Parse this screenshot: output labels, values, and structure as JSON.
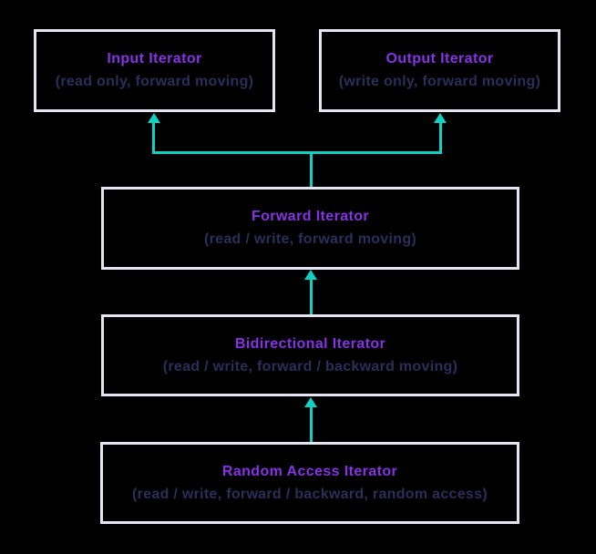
{
  "diagram": {
    "name": "cpp-iterator-hierarchy",
    "colors": {
      "background": "#000000",
      "box_border": "#E3E5F0",
      "title_text": "#8533E3",
      "subtitle_text": "#2B2E58",
      "arrow": "#10CFC3"
    },
    "nodes": [
      {
        "id": "input",
        "title": "Input Iterator",
        "subtitle": "(read only, forward moving)"
      },
      {
        "id": "output",
        "title": "Output Iterator",
        "subtitle": "(write only, forward moving)"
      },
      {
        "id": "forward",
        "title": "Forward Iterator",
        "subtitle": "(read / write, forward moving)"
      },
      {
        "id": "bidirectional",
        "title": "Bidirectional Iterator",
        "subtitle": "(read / write, forward / backward moving)"
      },
      {
        "id": "random",
        "title": "Random Access Iterator",
        "subtitle": "(read / write, forward / backward, random access)"
      }
    ],
    "edges": [
      {
        "from": "forward",
        "to": "input",
        "direction": "up"
      },
      {
        "from": "forward",
        "to": "output",
        "direction": "up"
      },
      {
        "from": "bidirectional",
        "to": "forward",
        "direction": "up"
      },
      {
        "from": "random",
        "to": "bidirectional",
        "direction": "up"
      }
    ]
  }
}
